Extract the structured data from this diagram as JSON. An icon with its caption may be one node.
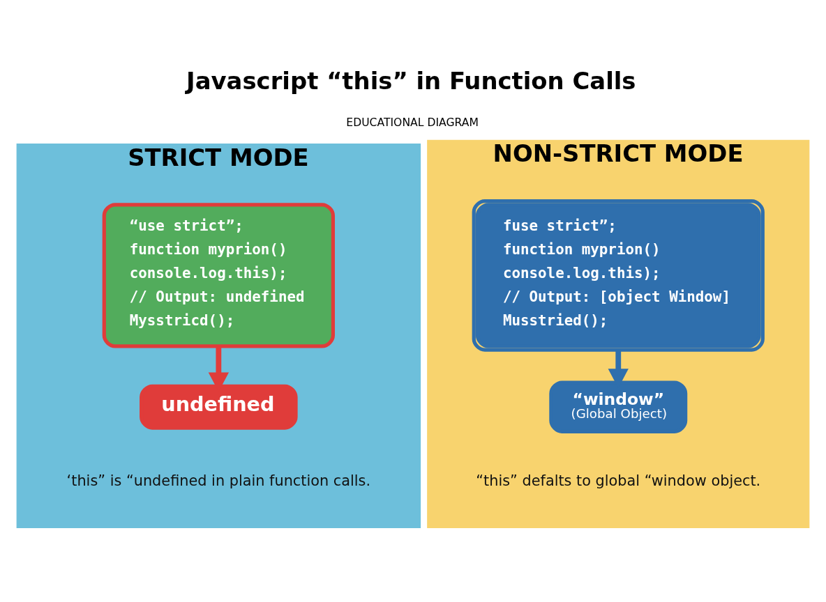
{
  "diagram": {
    "title": "Javascript “this” in Function Calls",
    "caption": "EDUCATIONAL DIAGRAM",
    "nodes": [
      {
        "text": [
          "STRICT MODE"
        ]
      },
      {
        "text": [
          "“use strict”;",
          "function myprion()",
          "console.log.this);",
          "// Output: undefined",
          "Mysstricd();"
        ],
        "in": 0
      },
      {
        "text": [
          "undefined"
        ],
        "in": 0
      },
      {
        "text": [
          "NON-STRICT MODE"
        ]
      },
      {
        "text": [
          "fuse strict”;",
          "function myprion()",
          "console.log.this);",
          "// Output: [object Window]",
          "Musstried();"
        ],
        "in": 3
      },
      {
        "text": [
          "“window”",
          "(Global Object)"
        ],
        "in": 3
      }
    ],
    "edges": [
      {
        "from": 1,
        "to": 2,
        "arrow": "to",
        "color": "#e03c3a"
      },
      {
        "from": 4,
        "to": 5,
        "arrow": "to",
        "color": "#2f6fad"
      }
    ],
    "labels": [
      "‘this” is “undefined in plain function calls.",
      "“this” defalts to global “window object."
    ]
  }
}
